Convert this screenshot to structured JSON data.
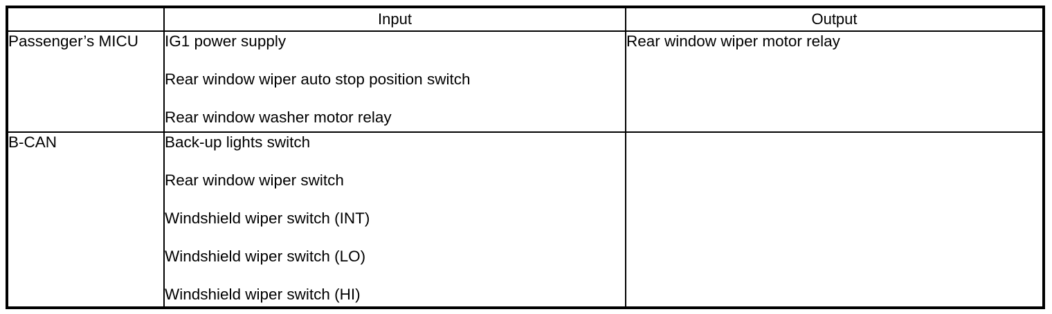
{
  "table": {
    "columns": [
      {
        "key": "module",
        "header": ""
      },
      {
        "key": "input",
        "header": "Input"
      },
      {
        "key": "output",
        "header": "Output"
      }
    ],
    "rows": [
      {
        "module": "Passenger’s MICU",
        "inputs": [
          "IG1 power supply",
          "Rear window wiper auto stop position switch",
          "Rear window washer motor relay"
        ],
        "outputs": [
          "Rear window wiper motor relay"
        ]
      },
      {
        "module": "B-CAN",
        "inputs": [
          "Back-up lights switch",
          "Rear window wiper switch",
          "Windshield wiper switch (INT)",
          "Windshield wiper switch (LO)",
          "Windshield wiper switch (HI)"
        ],
        "outputs": []
      }
    ]
  },
  "style": {
    "border_color": "#000000",
    "text_color": "#000000",
    "background": "#ffffff"
  }
}
